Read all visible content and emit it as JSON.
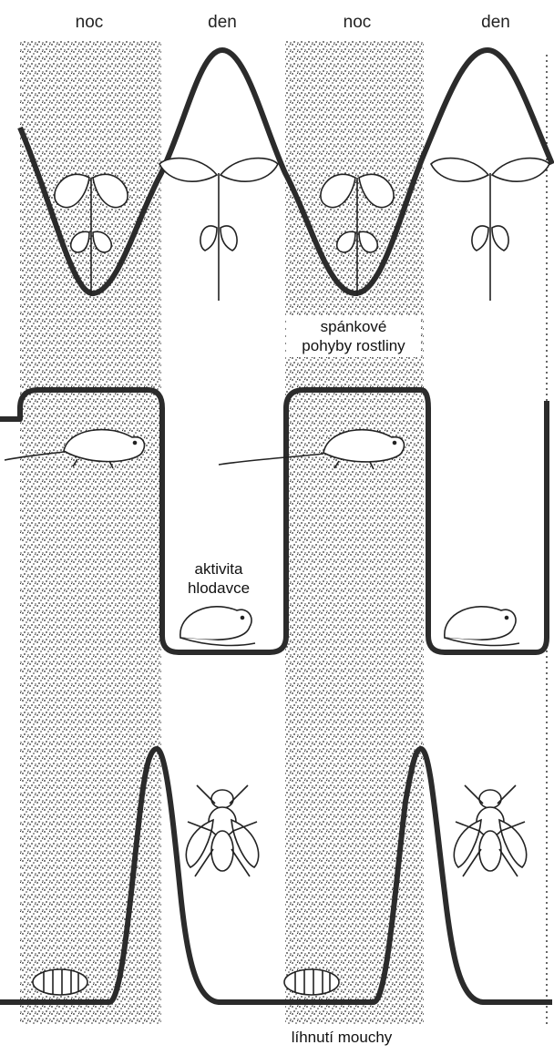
{
  "phases": [
    {
      "label": "noc",
      "kind": "night"
    },
    {
      "label": "den",
      "kind": "day"
    },
    {
      "label": "noc",
      "kind": "night"
    },
    {
      "label": "den",
      "kind": "day"
    }
  ],
  "rhythms": [
    {
      "id": "plant",
      "label_lines": [
        "spánkové",
        "pohyby rostliny"
      ],
      "icon": "plant-icon"
    },
    {
      "id": "rodent",
      "label_lines": [
        "aktivita",
        "hlodavce"
      ],
      "icon": "mouse-icon"
    },
    {
      "id": "fly",
      "label_lines": [
        "líhnutí mouchy"
      ],
      "icon": "fly-icon"
    }
  ],
  "colors": {
    "shade": "#2a2a2a",
    "curve": "#2b2b2b",
    "background": "#ffffff"
  }
}
